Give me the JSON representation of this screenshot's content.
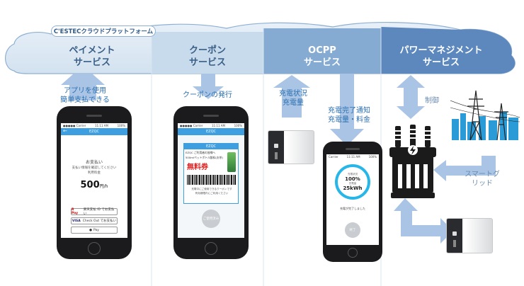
{
  "platform_label": "C'ESTECクラウドプラットフォーム",
  "services": [
    {
      "line1": "ペイメント",
      "line2": "サービス"
    },
    {
      "line1": "クーポン",
      "line2": "サービス"
    },
    {
      "line1": "OCPP",
      "line2": "サービス"
    },
    {
      "line1": "パワーマネジメント",
      "line2": "サービス"
    }
  ],
  "labels": {
    "payment_line1": "アプリを使用",
    "payment_line2": "簡単支払できる",
    "coupon": "クーポンの発行",
    "charge_status_line1": "充電状況",
    "charge_status_line2": "充電量",
    "charge_complete_line1": "充電完了通知",
    "charge_complete_line2": "充電量・料金",
    "control": "制御",
    "smartgrid_line1": "スマートグ",
    "smartgrid_line2": "リッド"
  },
  "phone1": {
    "status_left": "●●●●● Carrier",
    "status_time": "11:11 AM",
    "status_right": "100%",
    "app_title": "EZQC",
    "heading": "お支払い",
    "sub1": "支払い情報を確認してください",
    "sub2": "利用料金",
    "price": "500",
    "price_unit": "円/h",
    "pay_options": [
      "楽天支払 ID でお支払い",
      "Check Out でお支払い",
      "Pay"
    ],
    "pay_brands": [
      "R Pay",
      "VISA",
      "Pay"
    ]
  },
  "phone2": {
    "status_left": "●●●●● Carrier",
    "status_time": "11:11 AM",
    "status_right": "100%",
    "app_title": "EZQC",
    "coupon_brand": "EZQC",
    "coupon_line1": "EZQC ご利用者の皆様へ",
    "coupon_line2": "500mlペットボトル飲料(お茶)",
    "coupon_free": "無料券",
    "coupon_note1": "充電中にご使用できるクーポンです",
    "coupon_note2": "有効期限内にご利用ください",
    "button": "ご使用済み"
  },
  "phone3": {
    "status_left": "Carrier",
    "status_time": "11:11 AM",
    "status_right": "100%",
    "gauge_label1": "充電状況",
    "gauge_value1": "100%",
    "gauge_label2": "充電量",
    "gauge_value2": "25kWh",
    "done": "充電が完了しました",
    "button": "終了"
  },
  "colors": {
    "cloud_band_left": "#dde9f3",
    "cloud_band_mid": "#c6d9ec",
    "cloud_band_ocpp": "#7fa6cf",
    "cloud_band_power": "#5b86bd",
    "arrow": "#a9c4e4",
    "accent_blue": "#3e9fe0"
  }
}
